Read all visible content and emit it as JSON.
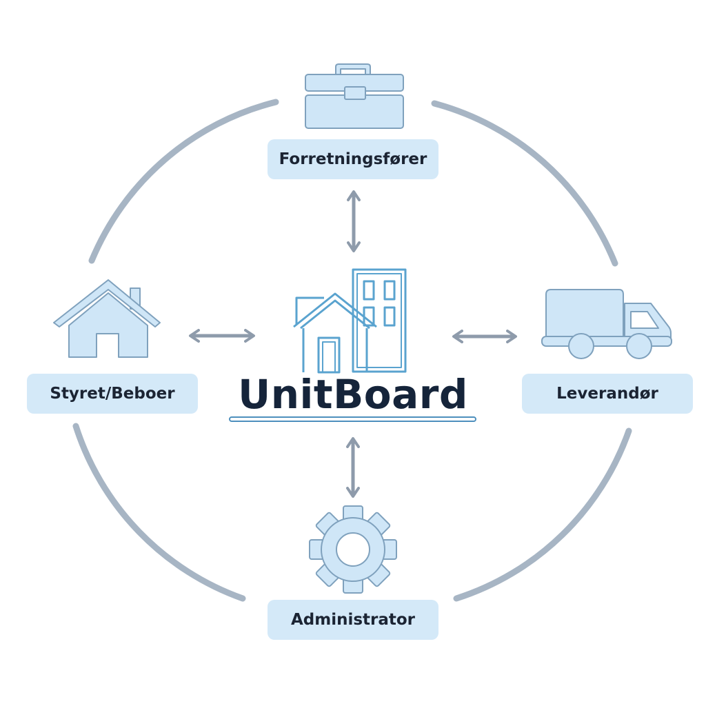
{
  "brand": {
    "name": "UnitBoard"
  },
  "nodes": {
    "top": {
      "label": "Forretningsfører",
      "icon": "toolbox-icon"
    },
    "left": {
      "label": "Styret/Beboer",
      "icon": "house-icon"
    },
    "right": {
      "label": "Leverandør",
      "icon": "delivery-truck-icon"
    },
    "bottom": {
      "label": "Administrator",
      "icon": "gear-icon"
    }
  },
  "center_icon": "building-logo-icon",
  "colors": {
    "label_bg": "#d4e9f8",
    "icon_fill": "#cfe6f7",
    "icon_stroke": "#7fa1bd",
    "logo_stroke": "#5aa3cf",
    "brand_text": "#15243a",
    "arrow": "#8e9bab",
    "ring": "#a7b5c4"
  }
}
